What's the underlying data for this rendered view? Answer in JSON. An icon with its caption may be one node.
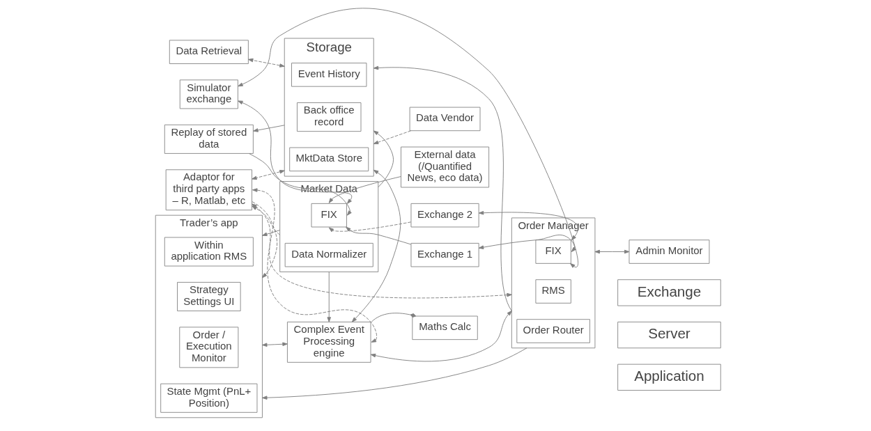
{
  "diagram": {
    "nodes": [
      {
        "text": [
          "Application"
        ]
      },
      {
        "text": [
          "Server"
        ]
      },
      {
        "text": [
          "Exchange"
        ]
      },
      {
        "text": [
          "Adaptor for third party apps – R, Matlab, etc"
        ]
      },
      {
        "text": [
          "Trader’s app"
        ]
      },
      {
        "text": [
          "Strategy Settings UI"
        ],
        "in": 4
      },
      {
        "text": [
          "Within application RMS"
        ],
        "in": 4
      },
      {
        "text": [
          "Order / Execution Monitor"
        ],
        "in": 4
      },
      {
        "text": [
          "State Mgmt (PnL+ Position)"
        ],
        "in": 4
      },
      {
        "text": [
          "Data Retrieval"
        ]
      },
      {
        "text": [
          "Admin Monitor"
        ]
      },
      {
        "text": [
          "Market Data"
        ]
      },
      {
        "text": [
          "Data Normalizer"
        ],
        "in": 11
      },
      {
        "text": [
          "FIX"
        ],
        "in": 11
      },
      {
        "text": [
          "Complex Event Processing engine"
        ]
      },
      {
        "text": [
          "Maths Calc"
        ]
      },
      {
        "text": [
          "Order Manager"
        ]
      },
      {
        "text": [
          "RMS"
        ],
        "in": 16
      },
      {
        "text": [
          "Order Router"
        ],
        "in": 16
      },
      {
        "text": [
          "FIX"
        ],
        "in": 16
      },
      {
        "text": [
          "Replay of stored data"
        ]
      },
      {
        "text": [
          "Storage"
        ]
      },
      {
        "text": [
          "MktData Store"
        ],
        "in": 21
      },
      {
        "text": [
          "Event History"
        ],
        "in": 21
      },
      {
        "text": [
          "Back office record"
        ],
        "in": 21
      },
      {
        "text": [
          "Exchange 1"
        ]
      },
      {
        "text": [
          "Exchange 2"
        ]
      },
      {
        "text": [
          "External data (/Quantified News, eco data)"
        ]
      },
      {
        "text": [
          "Data Vendor"
        ]
      },
      {
        "text": [
          "Simulator exchange"
        ]
      }
    ],
    "edges": [
      {
        "from": 3,
        "to": 4,
        "arrow": "to",
        "style": "dashed"
      },
      {
        "from": 11,
        "to": 3,
        "arrow": "to",
        "style": "dashed"
      },
      {
        "from": 14,
        "to": 3,
        "arrow": "both",
        "style": "dashed"
      },
      {
        "from": 21,
        "to": 3,
        "arrow": "both",
        "style": "dashed"
      },
      {
        "from": 16,
        "to": 3,
        "arrow": "both",
        "style": "dashed"
      },
      {
        "from": 11,
        "to": 4,
        "arrow": "to"
      },
      {
        "from": 4,
        "to": 14,
        "arrow": "both"
      },
      {
        "from": 16,
        "to": 4,
        "arrow": "to"
      },
      {
        "from": 21,
        "to": 9,
        "arrow": "both",
        "style": "dashed"
      },
      {
        "from": 10,
        "to": 16,
        "arrow": "both"
      },
      {
        "from": 11,
        "to": 14,
        "arrow": "to"
      },
      {
        "from": 11,
        "to": 21,
        "arrow": "to"
      },
      {
        "from": 14,
        "to": 21,
        "arrow": "both"
      },
      {
        "from": 14,
        "to": 16,
        "arrow": "both"
      },
      {
        "from": 16,
        "to": 21,
        "arrow": "to"
      },
      {
        "from": 15,
        "to": 14,
        "arrow": "other"
      },
      {
        "from": 21,
        "to": 20,
        "arrow": "to"
      },
      {
        "from": 20,
        "to": 13,
        "arrow": "to"
      },
      {
        "from": 13,
        "to": 29,
        "arrow": "both"
      },
      {
        "from": 25,
        "to": 13,
        "arrow": "to"
      },
      {
        "from": 27,
        "to": 13,
        "arrow": "to"
      },
      {
        "from": 26,
        "to": 13,
        "arrow": "to",
        "style": "dashed"
      },
      {
        "from": 19,
        "to": 25,
        "arrow": "both"
      },
      {
        "from": 19,
        "to": 26,
        "arrow": "both"
      },
      {
        "from": 28,
        "to": 21,
        "arrow": "to",
        "style": "dashed"
      },
      {
        "from": 19,
        "to": 29,
        "arrow": "both"
      }
    ]
  }
}
